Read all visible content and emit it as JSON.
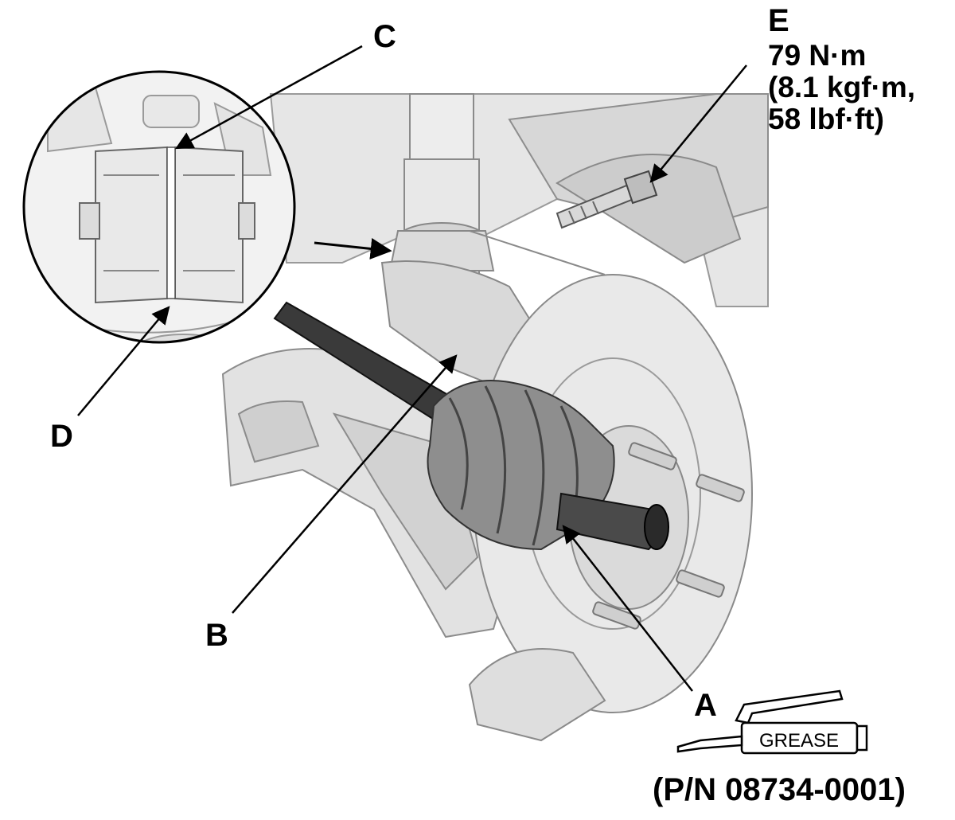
{
  "callouts": {
    "a": "A",
    "b": "B",
    "c": "C",
    "d": "D",
    "e": "E"
  },
  "torque": {
    "line1": "79 N·m",
    "line2": "(8.1 kgf·m,",
    "line3": "58 lbf·ft)"
  },
  "grease": {
    "label": "GREASE",
    "part_number": "(P/N 08734-0001)"
  },
  "colors": {
    "background": "#ffffff",
    "fill_light": "#e4e4e4",
    "fill_mid": "#cfcfcf",
    "fill_dark": "#9a9a9a",
    "shaft": "#3a3a3a",
    "line": "#000000"
  }
}
